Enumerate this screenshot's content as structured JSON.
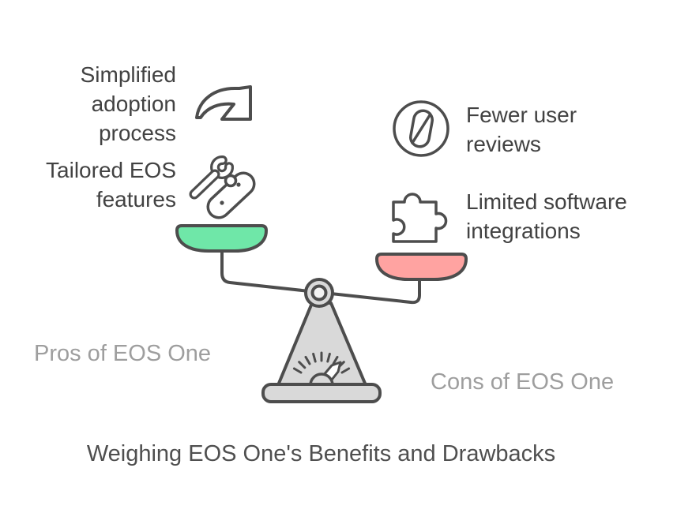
{
  "title": "Weighing EOS One's Benefits and Drawbacks",
  "pros": {
    "label": "Pros of EOS One",
    "items": [
      {
        "text": "Simplified adoption process",
        "icon": "curved-arrow-icon"
      },
      {
        "text": "Tailored EOS features",
        "icon": "tools-icon"
      }
    ]
  },
  "cons": {
    "label": "Cons of EOS One",
    "items": [
      {
        "text": "Fewer user reviews",
        "icon": "slashed-zero-icon"
      },
      {
        "text": "Limited software integrations",
        "icon": "puzzle-icon"
      }
    ]
  },
  "colors": {
    "pros_pan": "#6fe7a8",
    "cons_pan": "#ffa3a1",
    "outline": "#4d4d4d",
    "scale_fill": "#d9d9d9",
    "text_dark": "#424242",
    "text_gray": "#9e9e9e"
  }
}
